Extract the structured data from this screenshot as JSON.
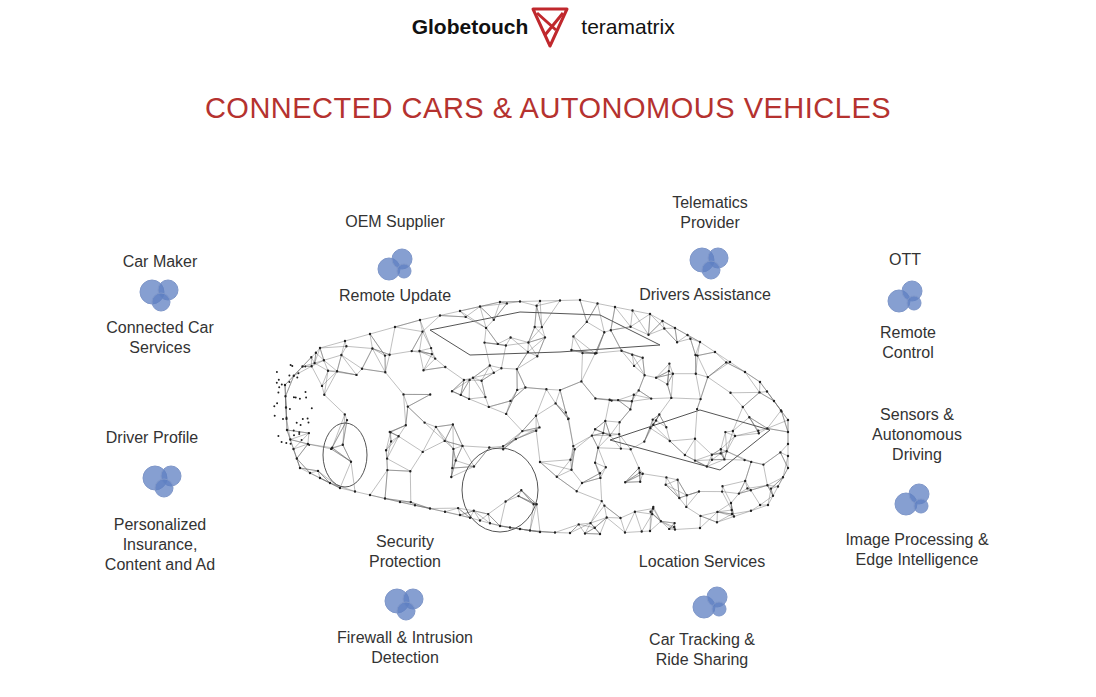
{
  "diagram": {
    "title": "CONNECTED CARS & AUTONOMOUS VEHICLES",
    "labels": [
      "Globetouch",
      "teramatrix",
      "Car Maker",
      "Connected Car Services",
      "OEM Supplier",
      "Remote Update",
      "Telematics Provider",
      "Drivers Assistance",
      "OTT",
      "Remote Control",
      "Driver Profile",
      "Personalized Insurance, Content and Ad",
      "Sensors & Autonomous Driving",
      "Image Processing & Edge Intelligence",
      "Security Protection",
      "Firewall & Intrusion Detection",
      "Location Services",
      "Car Tracking & Ride Sharing"
    ]
  }
}
